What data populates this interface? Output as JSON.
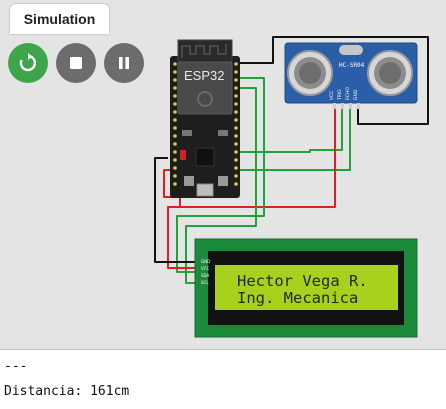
{
  "tab": {
    "label": "Simulation"
  },
  "controls": {
    "restart_icon": "restart-icon",
    "stop_icon": "stop-icon",
    "pause_icon": "pause-icon",
    "restart_color": "#3fa54a",
    "button_color": "#6c6c6c"
  },
  "board": {
    "label": "ESP32"
  },
  "sensor": {
    "label": "HC-SR04",
    "pins": [
      "VCC",
      "TRIG",
      "ECHO",
      "GND"
    ]
  },
  "lcd": {
    "line1": "Hector Vega R.",
    "line2": "Ing. Mecanica",
    "pins": [
      "GND",
      "VCC",
      "SDA",
      "SCL"
    ],
    "screen_color": "#a6d11d",
    "pcb_color": "#1b8a3a"
  },
  "wire_colors": {
    "power": "#e02020",
    "ground": "#111111",
    "signal": "#22a33a"
  },
  "serial": {
    "separator": "---",
    "output": "Distancia: 161cm"
  }
}
